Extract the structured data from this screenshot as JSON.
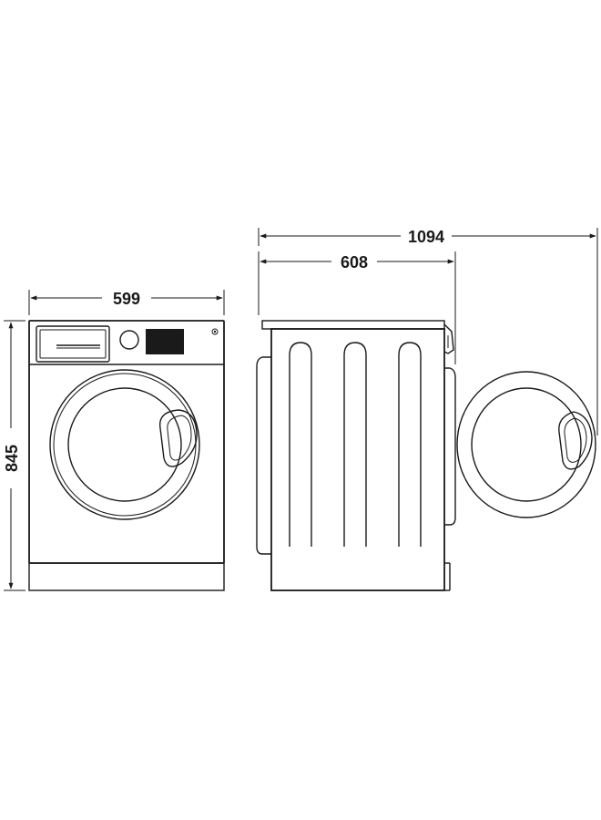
{
  "dimensions": {
    "front_width": "599",
    "height": "845",
    "depth": "608",
    "depth_door_open": "1094"
  }
}
